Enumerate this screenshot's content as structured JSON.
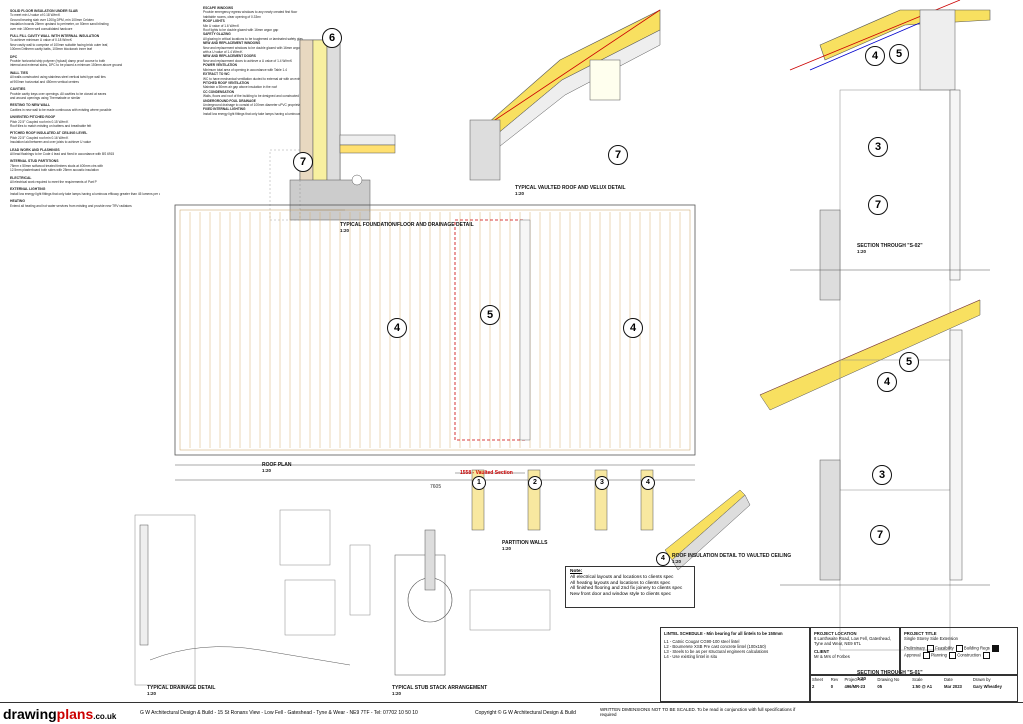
{
  "notes_col1": {
    "sections": [
      {
        "title": "SOLID FLOOR INSULATION UNDER SLAB",
        "lines": [
          "To meet min U value of 0.18 W/m²K",
          "Ground bearing slab over 1200g DPM, min 100mm Celotex",
          "insulation boards 25mm upstand to perimeter, on 50mm sand blinding",
          "over min 150mm well consolidated hardcore"
        ]
      },
      {
        "title": "FULL FILL CAVITY WALL WITH INTERNAL INSULATION",
        "lines": [
          "To achieve minimum U value of 0.18 W/m²K",
          "New cavity wall to comprise of 100mm suitable facing brick outer leaf,",
          "100mm Dritherm cavity batts, 100mm blockwork inner leaf"
        ]
      },
      {
        "title": "DPC",
        "lines": [
          "Provide horizontal strip polymer (hyload) damp proof course to both",
          "internal and external skins, DPC to be placed a minimum 150mm above ground"
        ]
      },
      {
        "title": "WALL TIES",
        "lines": [
          "All walls constructed using stainless steel vertical twist type wall ties",
          "at 900mm horizontal and 450mm vertical centres"
        ]
      },
      {
        "title": "CAVITIES",
        "lines": [
          "Provide cavity trays over openings. All cavities to be closed at eaves",
          "and around openings using Thermabate or similar"
        ]
      },
      {
        "title": "RESTING TO NEW WALL",
        "lines": [
          "Cavities in new wall to be made continuous with existing where possible"
        ]
      },
      {
        "title": "UNVENTED PITCHED ROOF",
        "lines": [
          "Pitch 22.5° Coupled roof min 0.15 W/m²K",
          "Roof tiles to match existing on battens and breathable felt"
        ]
      },
      {
        "title": "PITCHED ROOF INSULATED AT CEILING LEVEL",
        "lines": [
          "Pitch 22.5° Coupled roof min 0.16 W/m²K",
          "Insulation laid between and over joists to achieve U value"
        ]
      },
      {
        "title": "LEAD WORK AND FLASHINGS",
        "lines": [
          "All lead flashings to be Code 4 lead and fixed in accordance with BS 6915"
        ]
      },
      {
        "title": "INTERNAL STUD PARTITIONS",
        "lines": [
          "75mm x 50mm softwood treated timbers studs at 400mm ctrs with",
          "12.5mm plasterboard both sides with 25mm acoustic insulation"
        ]
      },
      {
        "title": "ELECTRICAL",
        "lines": [
          "All electrical work required to meet the requirements of Part P"
        ]
      },
      {
        "title": "EXTERNAL LIGHTING",
        "lines": [
          "Install low energy light fittings that only take lamps having a luminous efficacy greater than 45 lumens per circuit watt"
        ]
      },
      {
        "title": "HEATING",
        "lines": [
          "Extend all heating and hot water services from existing and provide new TRV radiators"
        ]
      }
    ]
  },
  "notes_col2": {
    "sections": [
      {
        "title": "ESCAPE WINDOWS",
        "lines": [
          "Provide emergency egress windows to any newly created first floor",
          "habitable rooms, clear opening of 0.33m²"
        ]
      },
      {
        "title": "ROOF LIGHTS",
        "lines": [
          "Min U value of 1.6 W/m²K",
          "Roof lights to be double glazed with 16mm argon gap"
        ]
      },
      {
        "title": "SAFETY GLAZING",
        "lines": [
          "All glazing in critical locations to be toughened or laminated safety glass"
        ]
      },
      {
        "title": "NEW AND REPLACEMENT WINDOWS",
        "lines": [
          "New and replacement windows to be double glazed with 16mm argon gap",
          "with a U value of 1.4 W/m²K"
        ]
      },
      {
        "title": "NEW AND REPLACEMENT DOORS",
        "lines": [
          "New and replacement doors to achieve a U value of 1.4 W/m²K"
        ]
      },
      {
        "title": "POWER VENTILATION",
        "lines": [
          "Minimum total area of opening in accordance with Table 1.4"
        ]
      },
      {
        "title": "EXTRACT TO WC",
        "lines": [
          "WC to have mechanical ventilation ducted to external air with an extract rating of 15 l/s"
        ]
      },
      {
        "title": "PITCHED ROOF VENTILATION",
        "lines": [
          "Maintain a 50mm air gap above insulation in the roof"
        ]
      },
      {
        "title": "CC CONDENSATION",
        "lines": [
          "Walls, floors and roof of the building to be designed and constructed so that their structural and thermal performance will not be adversely affected"
        ]
      },
      {
        "title": "UNDERGROUND FOUL DRAINAGE",
        "lines": [
          "Underground drainage to consist of 100mm diameter uPVC proprietary drainage laid to a 1:40 fall"
        ]
      },
      {
        "title": "FIXED INTERNAL LIGHTING",
        "lines": [
          "Install low energy light fittings that only take lamps having a luminous efficacy greater than 45 lumens per circuit watt"
        ]
      }
    ]
  },
  "details": {
    "foundation_title": "TYPICAL FOUNDATION/FLOOR AND DRAINAGE DETAIL",
    "foundation_scale": "1:20",
    "vaulted_title": "TYPICAL VAULTED ROOF AND VELUX DETAIL",
    "vaulted_scale": "1:20",
    "section_s02": "SECTION THROUGH \"S-02\"",
    "section_s02_scale": "1:20",
    "section_s01": "SECTION THROUGH \"S-01\"",
    "section_s01_scale": "1:20",
    "roof_plan": "ROOF PLAN",
    "roof_plan_scale": "1:20",
    "vaulted_section": "Vaulted Section",
    "dim_1558": "1558",
    "dim_7605": "7605",
    "partition_title": "PARTITION WALLS",
    "partition_scale": "1:20",
    "roof_insul_title": "ROOF INSULATION DETAIL TO VAULTED CEILING",
    "roof_insul_scale": "1:20",
    "drainage_title": "TYPICAL DRAINAGE DETAIL",
    "drainage_scale": "1:20",
    "stack_title": "TYPICAL STUB STACK ARRANGEMENT",
    "stack_scale": "1:20"
  },
  "callouts": {
    "n3": "3",
    "n4": "4",
    "n5": "5",
    "n6": "6",
    "n7": "7",
    "n1": "1",
    "n2": "2"
  },
  "notebox": {
    "title": "Note:",
    "lines": [
      "All electrical layouts and locations to clients spec",
      "All heating layouts and locations to clients spec",
      "All finished flooring and 2nd fix joinery to clients spec",
      "New front door and window style to clients spec"
    ]
  },
  "lintel": {
    "title": "LINTEL SCHEDULE",
    "note": "Min bearing for all lintels to be 150mm",
    "items": [
      "L1 - Catnic Cougar CG90-100 steel lintel",
      "L2 - Boumerete XSB Pre cast concrete lintel (100x150)",
      "L3 - Steels to be as per structural engineers calculations",
      "L4 - Use existing lintel in situ"
    ]
  },
  "project": {
    "location_title": "PROJECT LOCATION",
    "location": "8 Lanthwaite Road, Low Fell, Gateshead, Tyne and Wear, NE9 6TL",
    "client_title": "CLIENT",
    "client": "Mr & Mrs of Forbes",
    "title_label": "PROJECT TITLE",
    "title": "Single Storey Side Extension"
  },
  "status": {
    "preliminary": "Preliminary",
    "feasibility": "Feasibility",
    "building_regs": "Building Regs",
    "approval": "Approval",
    "planning": "Planning",
    "construction": "Construction"
  },
  "titleblock": {
    "sheet_label": "Sheet",
    "sheet": "2",
    "rev_label": "Rev",
    "rev": "0",
    "project_no_label": "Project No",
    "project_no": "496/MR-23",
    "drawing_no_label": "Drawing No",
    "drawing_no": "05",
    "scale_label": "Scale",
    "scale": "1:50 @ A1",
    "date_label": "Date",
    "date": "Mar 2023",
    "drawn_label": "Drawn by",
    "drawn": "Gary Wheatley"
  },
  "warning": "WRITTEN DIMENSIONS NOT TO BE SCALED. To be read in conjunction with full specifications if required",
  "footer": {
    "logo_a": "drawing",
    "logo_b": "plans",
    "logo_c": ".co.uk",
    "company": "G W Architectural Design & Build - 15 St Ronans View - Low Fell - Gateshead - Tyne & Wear - NE9 7TF - Tel: 07702 10 50 10",
    "copyright": "Copyright © G W Architectural Design & Build"
  }
}
